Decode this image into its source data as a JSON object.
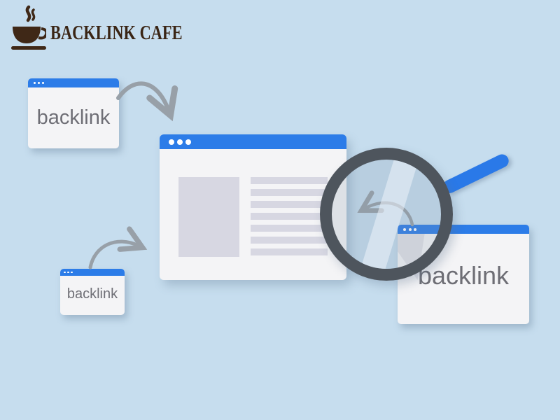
{
  "logo": {
    "brand": "BACKLINK CAFE",
    "icon": "coffee-cup-icon"
  },
  "windows": {
    "source_top": {
      "label": "backlink",
      "type": "browser-window"
    },
    "source_bottom": {
      "label": "backlink",
      "type": "browser-window"
    },
    "target": {
      "type": "browser-window",
      "content": "image-and-text-placeholders",
      "placeholder_lines": 7
    },
    "result": {
      "label": "backlink",
      "type": "browser-window"
    }
  },
  "annotations": {
    "arrow_top": "curved arrow from top-left backlink window to target window",
    "arrow_bottom": "curved arrow from bottom-left backlink window to target window",
    "arrow_lens": "curved arrow inside magnifier from result window toward target window"
  },
  "magnifier": {
    "icon": "magnifying-glass-icon"
  },
  "colors": {
    "bg": "#c6ddee",
    "titlebar-blue": "#2c7ce8",
    "window-body": "#f4f4f6",
    "placeholder-gray": "#d7d7e2",
    "label-gray": "#6e6e75",
    "arrow-gray": "#98a0a8",
    "ring-gray": "#4e555d",
    "handle-blue": "#2a79e8",
    "logo-brown": "#3a2515"
  }
}
